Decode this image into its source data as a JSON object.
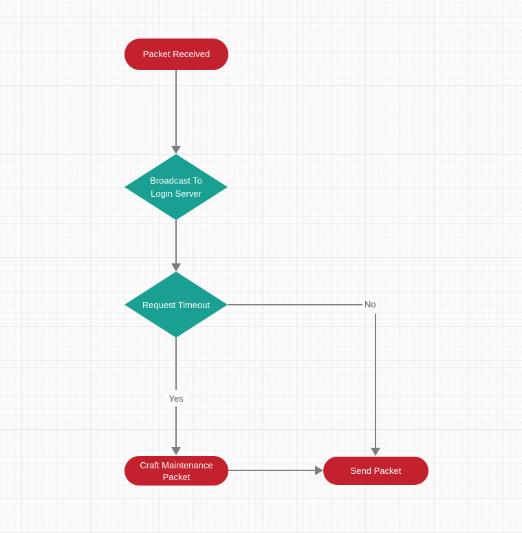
{
  "diagram": {
    "type": "flowchart",
    "nodes": {
      "packet_received": {
        "label": "Packet Received",
        "shape": "terminator"
      },
      "broadcast_to_login_server": {
        "label": "Broadcast To Login Server",
        "shape": "decision"
      },
      "request_timeout": {
        "label": "Request Timeout",
        "shape": "decision"
      },
      "craft_maintenance_packet": {
        "label": "Craft Maintenance Packet",
        "shape": "terminator"
      },
      "send_packet": {
        "label": "Send Packet",
        "shape": "terminator"
      }
    },
    "edges": {
      "received_to_broadcast": {
        "label": ""
      },
      "broadcast_to_timeout": {
        "label": ""
      },
      "timeout_no": {
        "label": "No"
      },
      "timeout_yes": {
        "label": "Yes"
      },
      "craft_to_send": {
        "label": ""
      }
    }
  },
  "colors": {
    "terminator_fill": "#c2212d",
    "decision_fill": "#1aa093",
    "node_text": "#ffffff",
    "connector": "#7d7d7d",
    "edge_label_text": "#595959",
    "canvas_bg": "#fbfbfb",
    "grid_minor": "#f3f3f3",
    "grid_major": "#e9e9e9"
  }
}
